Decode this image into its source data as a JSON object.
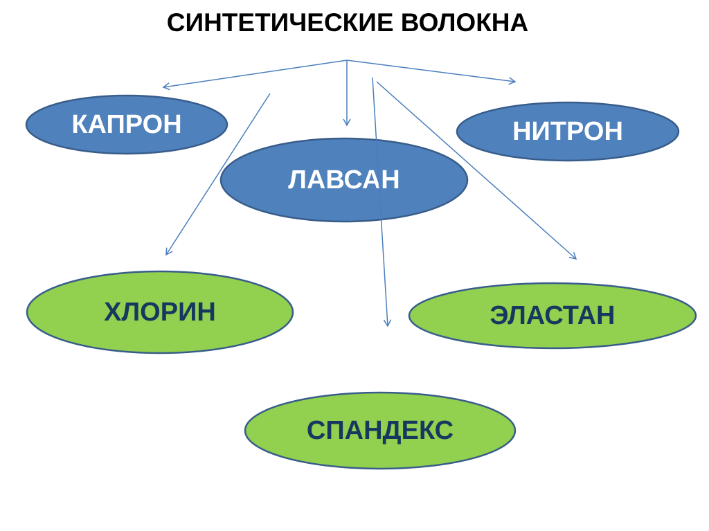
{
  "title": "СИНТЕТИЧЕСКИЕ ВОЛОКНА",
  "colors": {
    "blue_fill": "#4f81bd",
    "green_fill": "#92d050",
    "border": "#385d8a",
    "arrow": "#4a7ebb",
    "blue_text": "#ffffff",
    "green_text": "#17375e"
  },
  "nodes": {
    "kapron": "КАПРОН",
    "nitron": "НИТРОН",
    "lavsan": "ЛАВСАН",
    "chlorin": "ХЛОРИН",
    "elastan": "ЭЛАСТАН",
    "spandex": "СПАНДЕКС"
  }
}
